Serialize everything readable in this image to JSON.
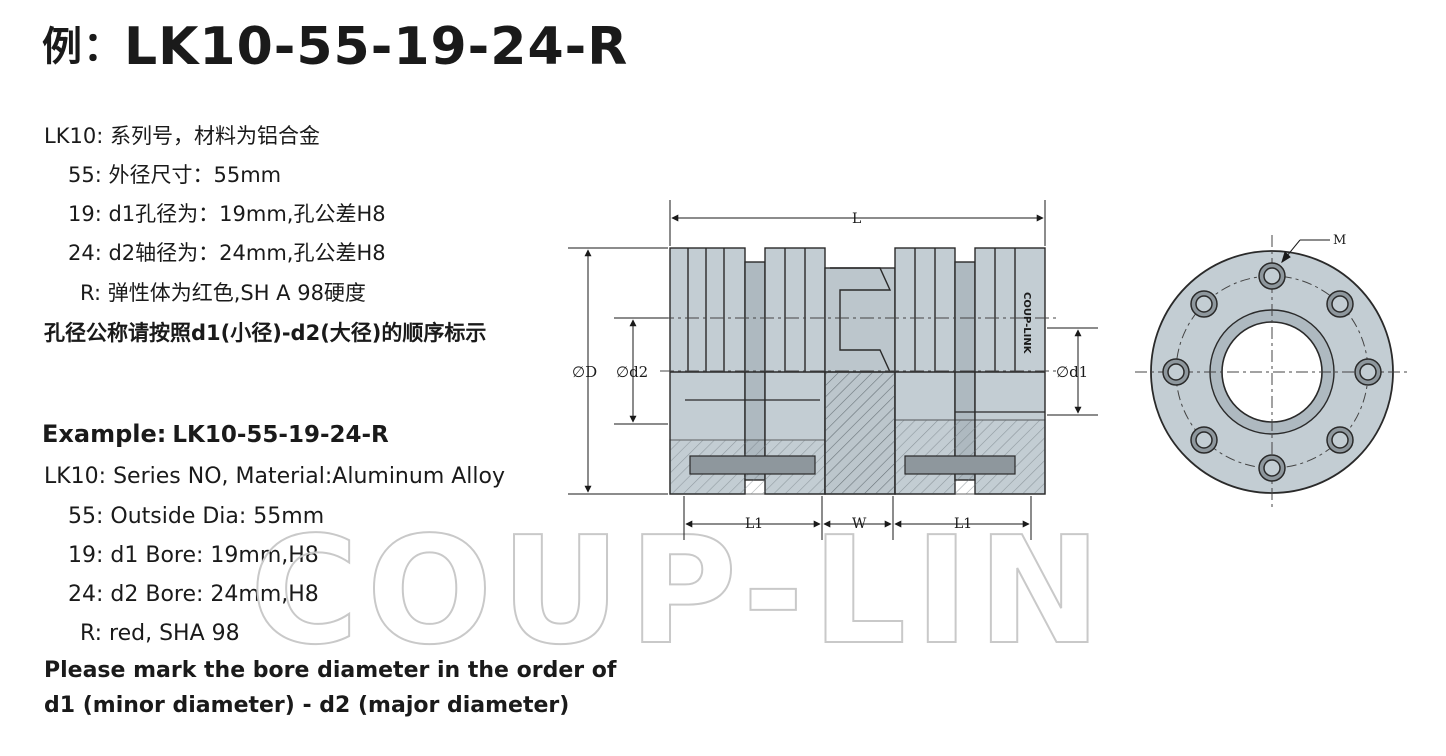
{
  "title": {
    "prefix": "例：",
    "code": "LK10-55-19-24-R"
  },
  "cn_spec": [
    "LK10: 系列号，材料为铝合金",
    "55: 外径尺寸：55mm",
    "19: d1孔径为：19mm,孔公差H8",
    "24: d2轴径为：24mm,孔公差H8",
    "R: 弹性体为红色,SH A  98硬度"
  ],
  "cn_note": "孔径公称请按照d1(小径)-d2(大径)的顺序标示",
  "example": {
    "label": "Example:",
    "code": "LK10-55-19-24-R"
  },
  "en_spec": [
    "LK10:  Series NO, Material:Aluminum Alloy",
    "55: Outside Dia: 55mm",
    "19: d1 Bore: 19mm,H8",
    "24: d2 Bore: 24mm,H8",
    "R: red, SHA 98"
  ],
  "en_note": [
    "Please mark the bore diameter in the order of",
    "d1 (minor diameter) - d2 (major diameter)"
  ],
  "watermark": "COUP-LINK",
  "drawing_labels": {
    "L": "L",
    "D": "∅D",
    "d2": "∅d2",
    "d1": "∅d1",
    "L1_left": "L1",
    "W": "W",
    "L1_right": "L1",
    "M": "M",
    "body_mark": "COUP-LINK"
  },
  "colors": {
    "part_fill": "#c3cdd3",
    "part_dark": "#aeb9c0",
    "ink": "#1a1a1a"
  }
}
